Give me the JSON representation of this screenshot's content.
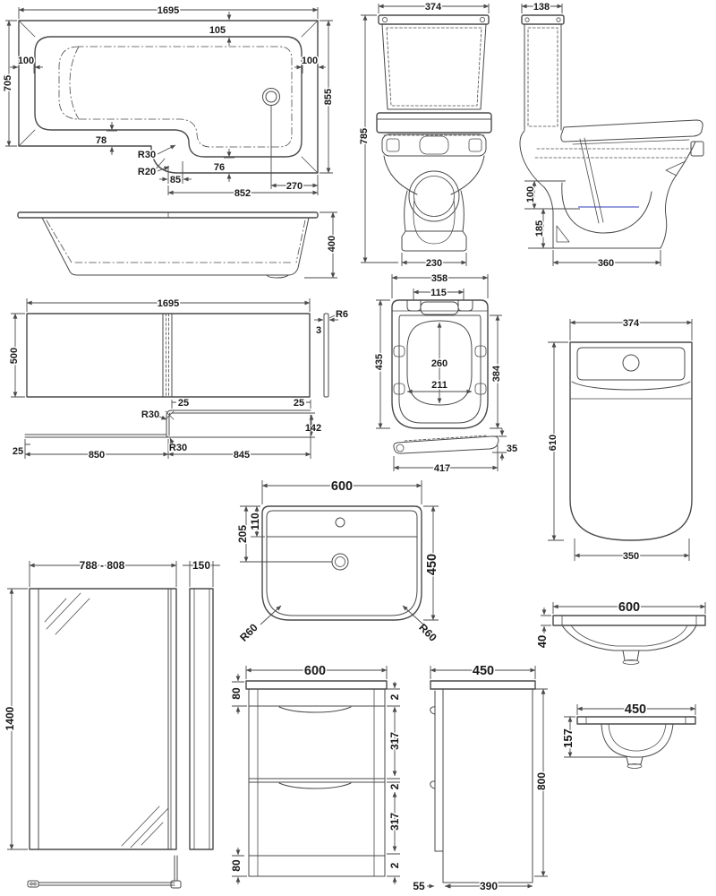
{
  "colors": {
    "line": "#4a4a4a",
    "text": "#1a1a1a",
    "water_line": "#8a8fd8",
    "background": "#ffffff"
  },
  "views": {
    "bath_plan": {
      "length": "1695",
      "head_rim": "105",
      "rim_left": "100",
      "rim_right": "100",
      "width_left": "705",
      "width_right": "855",
      "rim_foot": "78",
      "radius_inner": "R30",
      "radius_outer": "R20",
      "step": "85",
      "rim_front": "76",
      "lower_length": "852",
      "waste_offset": "270"
    },
    "bath_side": {
      "height": "400"
    },
    "bath_panel": {
      "length": "1695",
      "height": "500",
      "edge_radius": "R6",
      "thickness": "3",
      "return_top": "25",
      "radius_top": "R30",
      "return_right": "25",
      "return_depth": "142",
      "return_left": "25",
      "left_section": "850",
      "radius_bottom": "R30",
      "right_section": "845"
    },
    "toilet_front": {
      "width": "374",
      "height": "785",
      "base_width": "230"
    },
    "toilet_side": {
      "depth": "138",
      "trap_height": "100",
      "inlet_height": "185",
      "base_depth": "360"
    },
    "toilet_seat": {
      "width": "358",
      "hinge_centres": "115",
      "depth": "435",
      "lid_depth": "384",
      "aperture_depth": "260",
      "aperture_width": "211",
      "side_length": "417",
      "side_height": "35"
    },
    "pedestal_front": {
      "width": "374",
      "height": "610",
      "base_width": "350"
    },
    "basin_plan": {
      "width": "600",
      "tap_to_waste": "205",
      "ledge_depth": "110",
      "depth": "450",
      "radius_left": "R60",
      "radius_right": "R60"
    },
    "shower_screen": {
      "width_range": "788 - 808",
      "panel_width": "150",
      "height": "1400"
    },
    "vanity_front": {
      "width": "600",
      "top_height": "80",
      "gap_top": "2",
      "drawer_upper": "317",
      "gap_mid": "2",
      "drawer_lower": "317",
      "gap_bottom": "2",
      "plinth_height": "80"
    },
    "vanity_side": {
      "depth": "450",
      "height": "800",
      "toe_recess": "55",
      "base_depth": "390"
    },
    "basin_front_profile": {
      "width": "600",
      "rim_height": "40"
    },
    "basin_side_profile": {
      "depth": "450",
      "height": "157"
    }
  }
}
